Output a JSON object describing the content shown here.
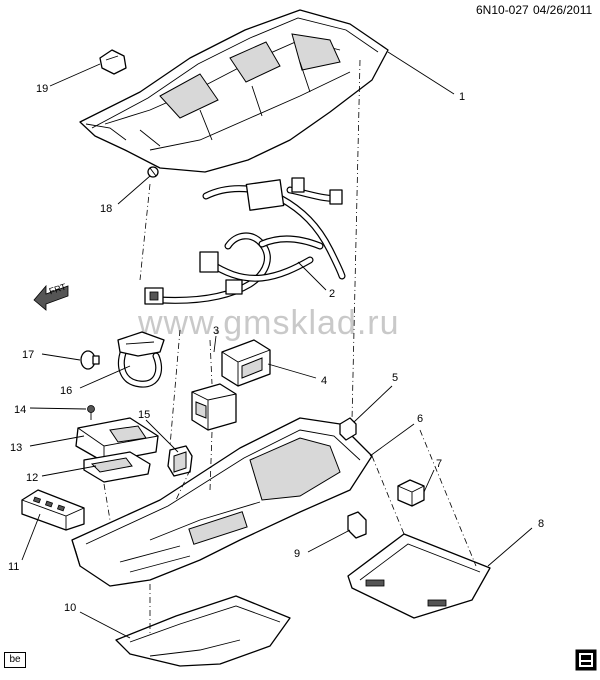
{
  "header": {
    "diagram_code": "6N10-027",
    "date": "04/26/2011"
  },
  "watermark": "www.gmsklad.ru",
  "direction_label": "FRT",
  "corner_tag": "be",
  "callouts": [
    "1",
    "2",
    "3",
    "4",
    "5",
    "6",
    "7",
    "8",
    "9",
    "10",
    "11",
    "12",
    "13",
    "14",
    "15",
    "16",
    "17",
    "18",
    "19"
  ],
  "badge_icon": "gm-badge-icon",
  "line_color": "#000000",
  "background_color": "#ffffff"
}
